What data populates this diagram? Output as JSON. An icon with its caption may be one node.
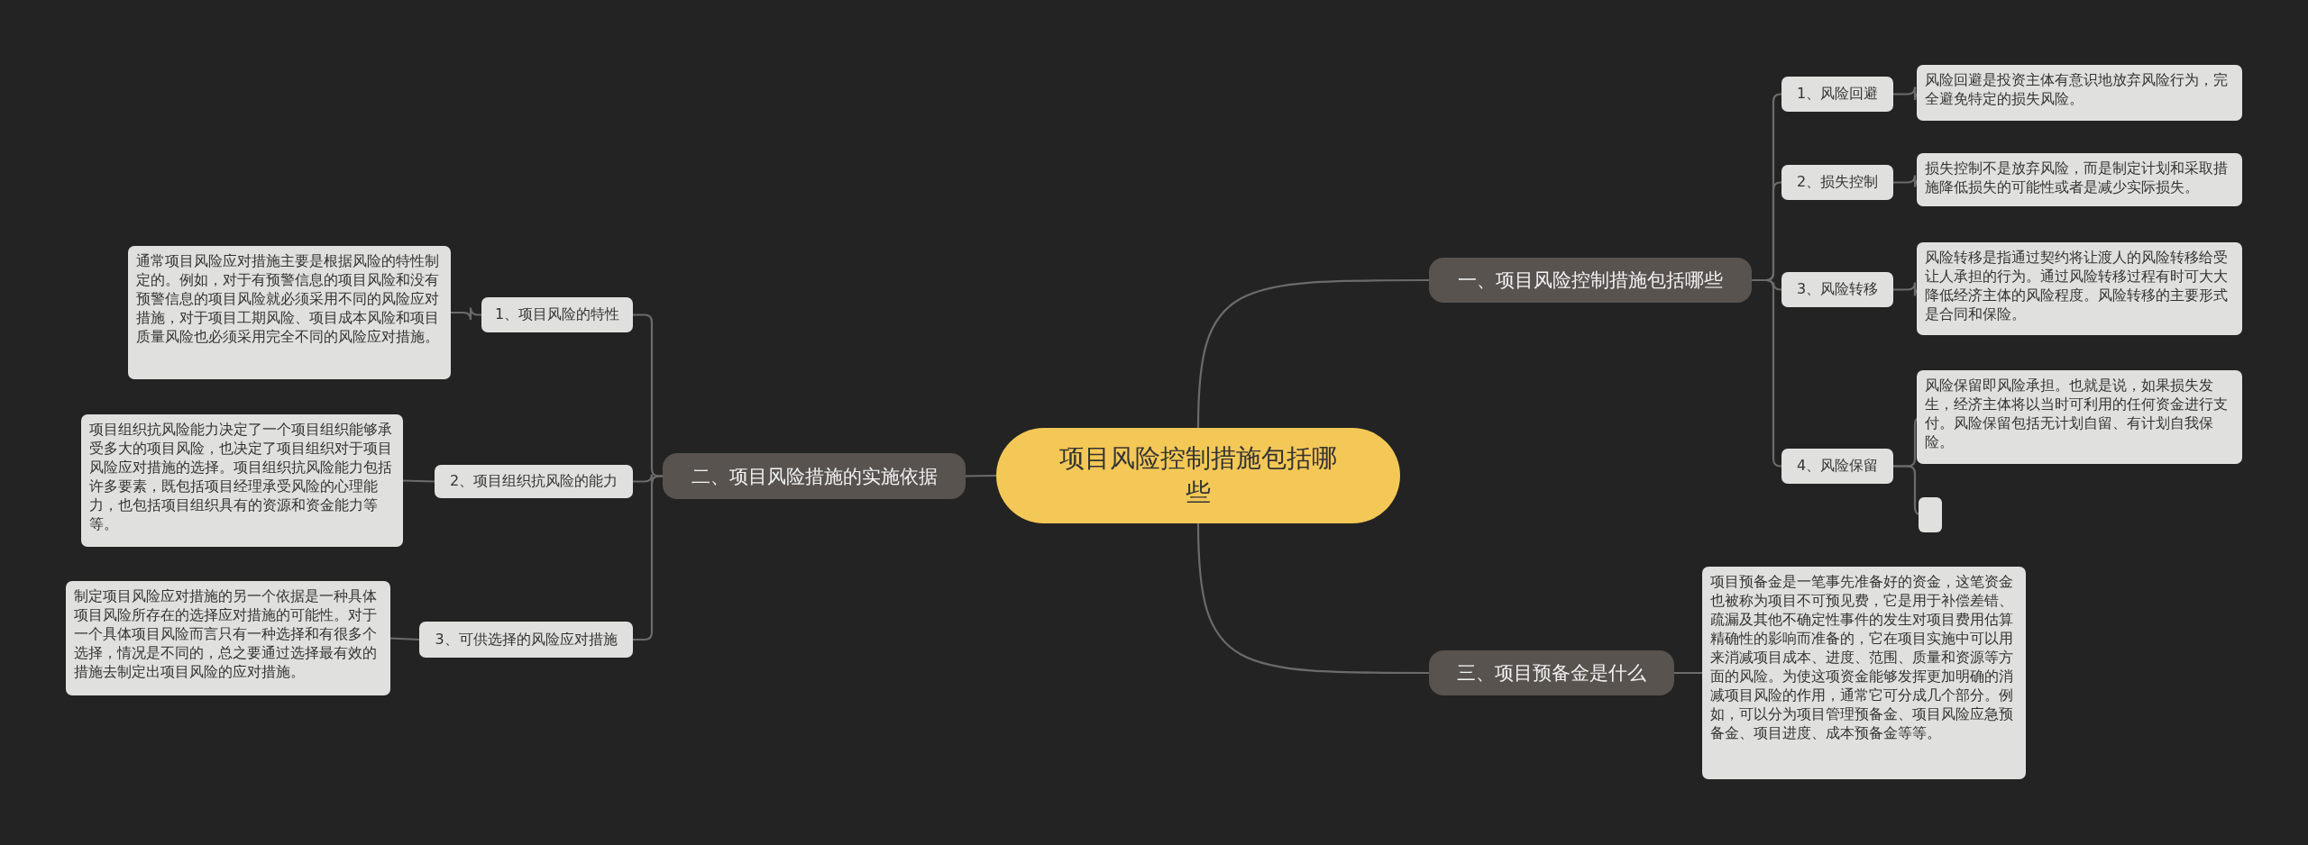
{
  "diagram": {
    "nodes": [
      {
        "text": [
          "项目风险控制措施包括哪些"
        ]
      },
      {
        "text": [
          "一、项目风险控制措施包括哪些"
        ]
      },
      {
        "text": [
          "1、风险回避"
        ]
      },
      {
        "text": [
          "风险回避是投资主体有意识地放弃风险行为，完全避免特定的损失风险。"
        ]
      },
      {
        "text": [
          "2、损失控制"
        ]
      },
      {
        "text": [
          "损失控制不是放弃风险，而是制定计划和采取措施降低损失的可能性或者是减少实际损失。"
        ]
      },
      {
        "text": [
          "3、风险转移"
        ]
      },
      {
        "text": [
          "风险转移是指通过契约将让渡人的风险转移给受让人承担的行为。通过风险转移过程有时可大大降低经济主体的风险程度。风险转移的主要形式是合同和保险。"
        ]
      },
      {
        "text": [
          "4、风险保留"
        ]
      },
      {
        "text": [
          "风险保留即风险承担。也就是说，如果损失发生，经济主体将以当时可利用的任何资金进行支付。风险保留包括无计划自留、有计划自我保险。"
        ]
      },
      {
        "text": [],
        "shape": "box"
      },
      {
        "text": [
          "二、项目风险措施的实施依据"
        ]
      },
      {
        "text": [
          "1、项目风险的特性"
        ]
      },
      {
        "text": [
          "通常项目风险应对措施主要是根据风险的特性制定的。例如，对于有预警信息的项目风险和没有预警信息的项目风险就必须采用不同的风险应对措施，对于项目工期风险、项目成本风险和项目质量风险也必须采用完全不同的风险应对措施。"
        ]
      },
      {
        "text": [
          "2、项目组织抗风险的能力"
        ]
      },
      {
        "text": [
          "项目组织抗风险能力决定了一个项目组织能够承受多大的项目风险，也决定了项目组织对于项目风险应对措施的选择。项目组织抗风险能力包括许多要素，既包括项目经理承受风险的心理能力，也包括项目组织具有的资源和资金能力等等。"
        ]
      },
      {
        "text": [
          "3、可供选择的风险应对措施"
        ]
      },
      {
        "text": [
          "制定项目风险应对措施的另一个依据是一种具体项目风险所存在的选择应对措施的可能性。对于一个具体项目风险而言只有一种选择和有很多个选择，情况是不同的，总之要通过选择最有效的措施去制定出项目风险的应对措施。"
        ]
      },
      {
        "text": [
          "三、项目预备金是什么"
        ]
      },
      {
        "text": [
          "项目预备金是一笔事先准备好的资金，这笔资金也被称为项目不可预见费，它是用于补偿差错、疏漏及其他不确定性事件的发生对项目费用估算精确性的影响而准备的，它在项目实施中可以用来消减项目成本、进度、范围、质量和资源等方面的风险。为使这项资金能够发挥更加明确的消减项目风险的作用，通常它可分成几个部分。例如，可以分为项目管理预备金、项目风险应急预备金、项目进度、成本预备金等等。"
        ]
      }
    ],
    "edges": [
      {
        "from": 0,
        "to": 1,
        "arrow": "none"
      },
      {
        "from": 1,
        "to": 2,
        "arrow": "none"
      },
      {
        "from": 2,
        "to": 3,
        "arrow": "none"
      },
      {
        "from": 1,
        "to": 4,
        "arrow": "none"
      },
      {
        "from": 4,
        "to": 5,
        "arrow": "none"
      },
      {
        "from": 1,
        "to": 6,
        "arrow": "none"
      },
      {
        "from": 6,
        "to": 7,
        "arrow": "none"
      },
      {
        "from": 1,
        "to": 8,
        "arrow": "none"
      },
      {
        "from": 8,
        "to": 9,
        "arrow": "none"
      },
      {
        "from": 8,
        "to": 10,
        "arrow": "none"
      },
      {
        "from": 0,
        "to": 11,
        "arrow": "none"
      },
      {
        "from": 11,
        "to": 12,
        "arrow": "none"
      },
      {
        "from": 12,
        "to": 13,
        "arrow": "none"
      },
      {
        "from": 11,
        "to": 14,
        "arrow": "none"
      },
      {
        "from": 14,
        "to": 15,
        "arrow": "none"
      },
      {
        "from": 11,
        "to": 16,
        "arrow": "none"
      },
      {
        "from": 16,
        "to": 17,
        "arrow": "none"
      },
      {
        "from": 0,
        "to": 18,
        "arrow": "none"
      },
      {
        "from": 18,
        "to": 19,
        "arrow": "none"
      }
    ]
  }
}
